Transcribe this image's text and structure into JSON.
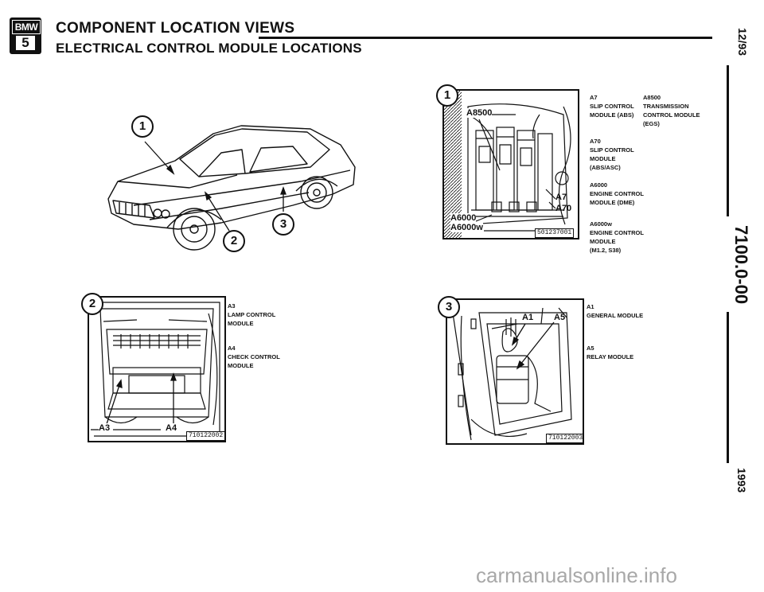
{
  "header": {
    "logo_top": "BMW",
    "logo_bottom": "5",
    "title": "COMPONENT LOCATION VIEWS",
    "subtitle": "ELECTRICAL CONTROL MODULE LOCATIONS"
  },
  "margin": {
    "date": "12/93",
    "section": "7100.0-00",
    "year": "1993"
  },
  "car_view": {
    "callouts": [
      "1",
      "2",
      "3"
    ]
  },
  "view1": {
    "number": "1",
    "figure_id": "501237001",
    "pic_labels": [
      "A8500",
      "A7",
      "A70",
      "A6000",
      "A6000w"
    ],
    "legend": [
      {
        "code": "A7",
        "lines": [
          "SLIP CONTROL",
          "MODULE (ABS)"
        ]
      },
      {
        "code": "A70",
        "lines": [
          "SLIP CONTROL",
          "MODULE",
          "(ABS/ASC)"
        ]
      },
      {
        "code": "A6000",
        "lines": [
          "ENGINE CONTROL",
          "MODULE (DME)"
        ]
      },
      {
        "code": "A6000w",
        "lines": [
          "ENGINE CONTROL",
          "MODULE",
          "(M1.2, S38)"
        ]
      },
      {
        "code": "A8500",
        "lines": [
          "TRANSMISSION",
          "CONTROL MODULE",
          "(EGS)"
        ]
      }
    ]
  },
  "view2": {
    "number": "2",
    "figure_id": "710122002",
    "pic_labels": [
      "A3",
      "A4"
    ],
    "legend": [
      {
        "code": "A3",
        "lines": [
          "LAMP CONTROL",
          "MODULE"
        ]
      },
      {
        "code": "A4",
        "lines": [
          "CHECK CONTROL",
          "MODULE"
        ]
      }
    ]
  },
  "view3": {
    "number": "3",
    "figure_id": "710122003",
    "pic_labels": [
      "A1",
      "A5"
    ],
    "legend": [
      {
        "code": "A1",
        "lines": [
          "GENERAL MODULE"
        ]
      },
      {
        "code": "A5",
        "lines": [
          "RELAY MODULE"
        ]
      }
    ]
  },
  "watermark": "carmanualsonline.info"
}
